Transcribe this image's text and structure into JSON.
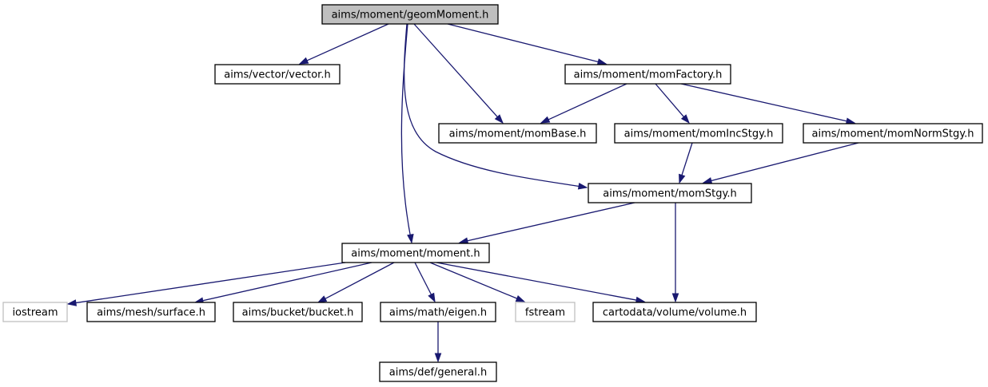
{
  "graph": {
    "title": "",
    "nodes": [
      {
        "id": "geomMoment",
        "label": "aims/moment/geomMoment.h",
        "style": "root"
      },
      {
        "id": "vector",
        "label": "aims/vector/vector.h",
        "style": "normal"
      },
      {
        "id": "momFactory",
        "label": "aims/moment/momFactory.h",
        "style": "normal"
      },
      {
        "id": "momBase",
        "label": "aims/moment/momBase.h",
        "style": "normal"
      },
      {
        "id": "momIncStgy",
        "label": "aims/moment/momIncStgy.h",
        "style": "normal"
      },
      {
        "id": "momNormStgy",
        "label": "aims/moment/momNormStgy.h",
        "style": "normal"
      },
      {
        "id": "momStgy",
        "label": "aims/moment/momStgy.h",
        "style": "normal"
      },
      {
        "id": "moment",
        "label": "aims/moment/moment.h",
        "style": "normal"
      },
      {
        "id": "iostream",
        "label": "iostream",
        "style": "external"
      },
      {
        "id": "surface",
        "label": "aims/mesh/surface.h",
        "style": "normal"
      },
      {
        "id": "bucket",
        "label": "aims/bucket/bucket.h",
        "style": "normal"
      },
      {
        "id": "eigen",
        "label": "aims/math/eigen.h",
        "style": "normal"
      },
      {
        "id": "fstream",
        "label": "fstream",
        "style": "external"
      },
      {
        "id": "volume",
        "label": "cartodata/volume/volume.h",
        "style": "normal"
      },
      {
        "id": "general",
        "label": "aims/def/general.h",
        "style": "normal"
      }
    ],
    "edges": [
      {
        "from": "geomMoment",
        "to": "vector"
      },
      {
        "from": "geomMoment",
        "to": "momFactory"
      },
      {
        "from": "geomMoment",
        "to": "momBase"
      },
      {
        "from": "geomMoment",
        "to": "momStgy"
      },
      {
        "from": "geomMoment",
        "to": "moment"
      },
      {
        "from": "momFactory",
        "to": "momBase"
      },
      {
        "from": "momFactory",
        "to": "momIncStgy"
      },
      {
        "from": "momFactory",
        "to": "momNormStgy"
      },
      {
        "from": "momIncStgy",
        "to": "momStgy"
      },
      {
        "from": "momNormStgy",
        "to": "momStgy"
      },
      {
        "from": "momStgy",
        "to": "moment"
      },
      {
        "from": "momStgy",
        "to": "volume"
      },
      {
        "from": "moment",
        "to": "iostream"
      },
      {
        "from": "moment",
        "to": "surface"
      },
      {
        "from": "moment",
        "to": "bucket"
      },
      {
        "from": "moment",
        "to": "eigen"
      },
      {
        "from": "moment",
        "to": "fstream"
      },
      {
        "from": "moment",
        "to": "volume"
      },
      {
        "from": "eigen",
        "to": "general"
      }
    ],
    "colors": {
      "edge": "#191970",
      "root_fill": "#bfbfbf",
      "node_border": "#000000",
      "external_border": "#bfbfbf",
      "background": "#ffffff"
    }
  }
}
